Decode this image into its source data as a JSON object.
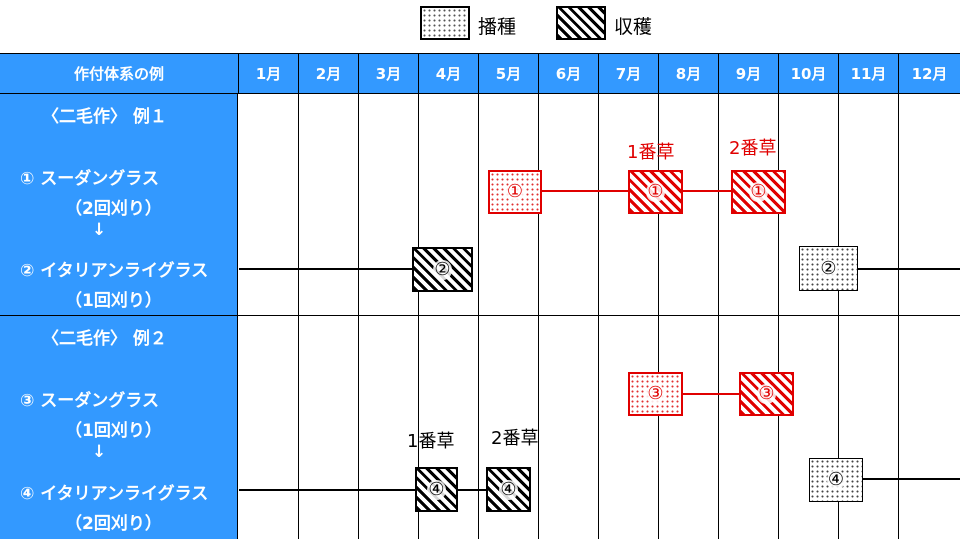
{
  "legend": {
    "sowing_label": "播種",
    "harvest_label": "収穫"
  },
  "header": {
    "system_label": "作付体系の例",
    "months": [
      "1月",
      "2月",
      "3月",
      "4月",
      "5月",
      "6月",
      "7月",
      "8月",
      "9月",
      "10月",
      "11月",
      "12月"
    ]
  },
  "example1": {
    "title": "〈二毛作〉 例１",
    "crop_a": "① スーダングラス",
    "crop_a_note": "（2回刈り）",
    "arrow": "↓",
    "crop_b": "② イタリアンライグラス",
    "crop_b_note": "（1回刈り）",
    "cut1_label": "1番草",
    "cut2_label": "2番草",
    "marker_a": "①",
    "marker_b": "②"
  },
  "example2": {
    "title": "〈二毛作〉 例２",
    "crop_a": "③ スーダングラス",
    "crop_a_note": "（1回刈り）",
    "arrow": "↓",
    "crop_b": "④ イタリアンライグラス",
    "crop_b_note": "（2回刈り）",
    "cut1_label": "1番草",
    "cut2_label": "2番草",
    "marker_a": "③",
    "marker_b": "④"
  },
  "colors": {
    "header_bg": "#3399ff",
    "accent_red": "#e00000",
    "line_black": "#000000"
  }
}
